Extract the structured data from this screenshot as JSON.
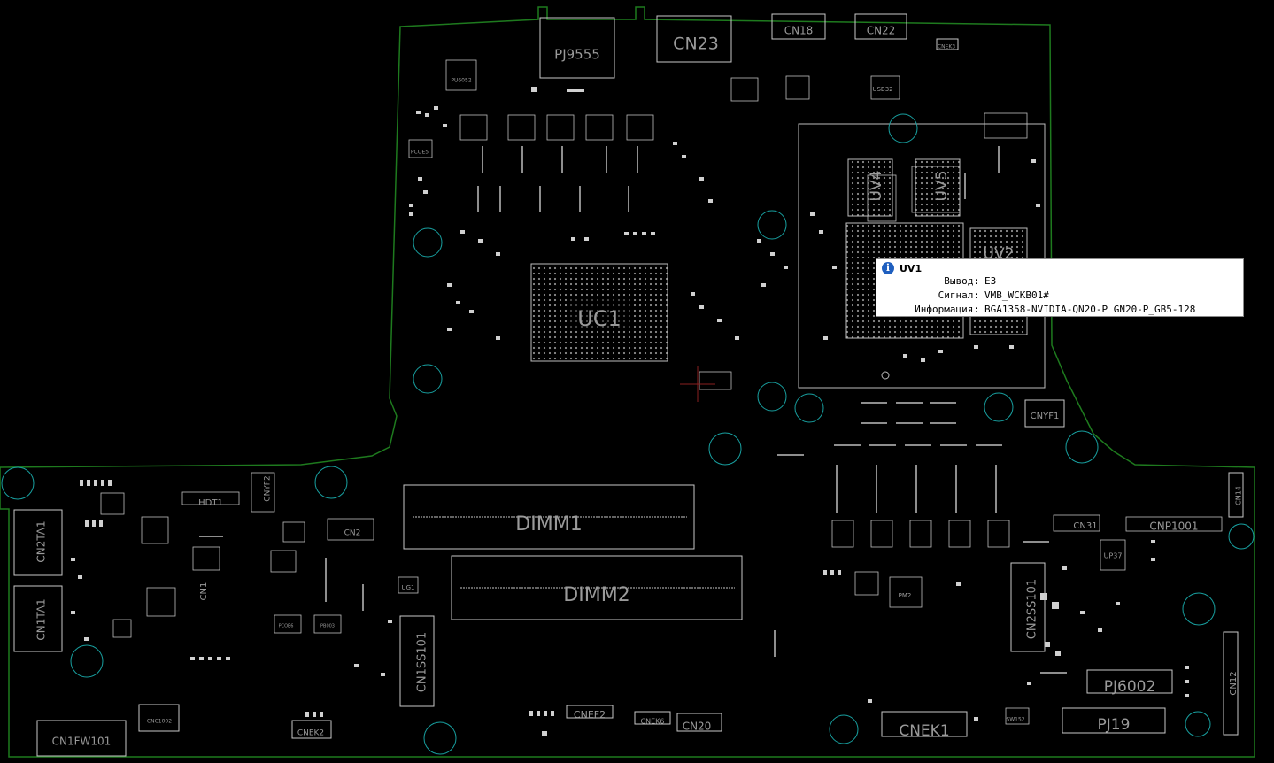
{
  "board": {
    "components": [
      "PJ9555",
      "CN23",
      "CN18",
      "CN22",
      "UC1",
      "UV4",
      "UV5",
      "UV2",
      "CNYF1",
      "DIMM1",
      "DIMM2",
      "HDT1",
      "CNYF2",
      "CN2TA1",
      "CN1TA1",
      "CN1",
      "CN2",
      "UG1",
      "CN1SS101",
      "CN1FW101",
      "CNC1002",
      "CNEK2",
      "CNEF2",
      "CNEK6",
      "CN20",
      "CNEK1",
      "SW152",
      "PJ19",
      "PJ6002",
      "CN12",
      "CN2SS101",
      "CN31",
      "CNP1001",
      "UP37",
      "CN14",
      "PM2",
      "PU6052",
      "USB32",
      "CNEK3",
      "PCOE5",
      "PCOE6",
      "PB003"
    ]
  },
  "tooltip": {
    "title": "UV1",
    "rows": [
      {
        "label": "Вывод:",
        "value": "E3"
      },
      {
        "label": "Сигнал:",
        "value": "VMB_WCKB01#"
      },
      {
        "label": "Информация:",
        "value": "BGA1358-NVIDIA-QN20-P GN20-P_GB5-128"
      }
    ]
  },
  "colors": {
    "background": "#000000",
    "outline": "#1e7a1e",
    "silkscreen": "#c8c8c8",
    "holes": "#18a0a0"
  }
}
